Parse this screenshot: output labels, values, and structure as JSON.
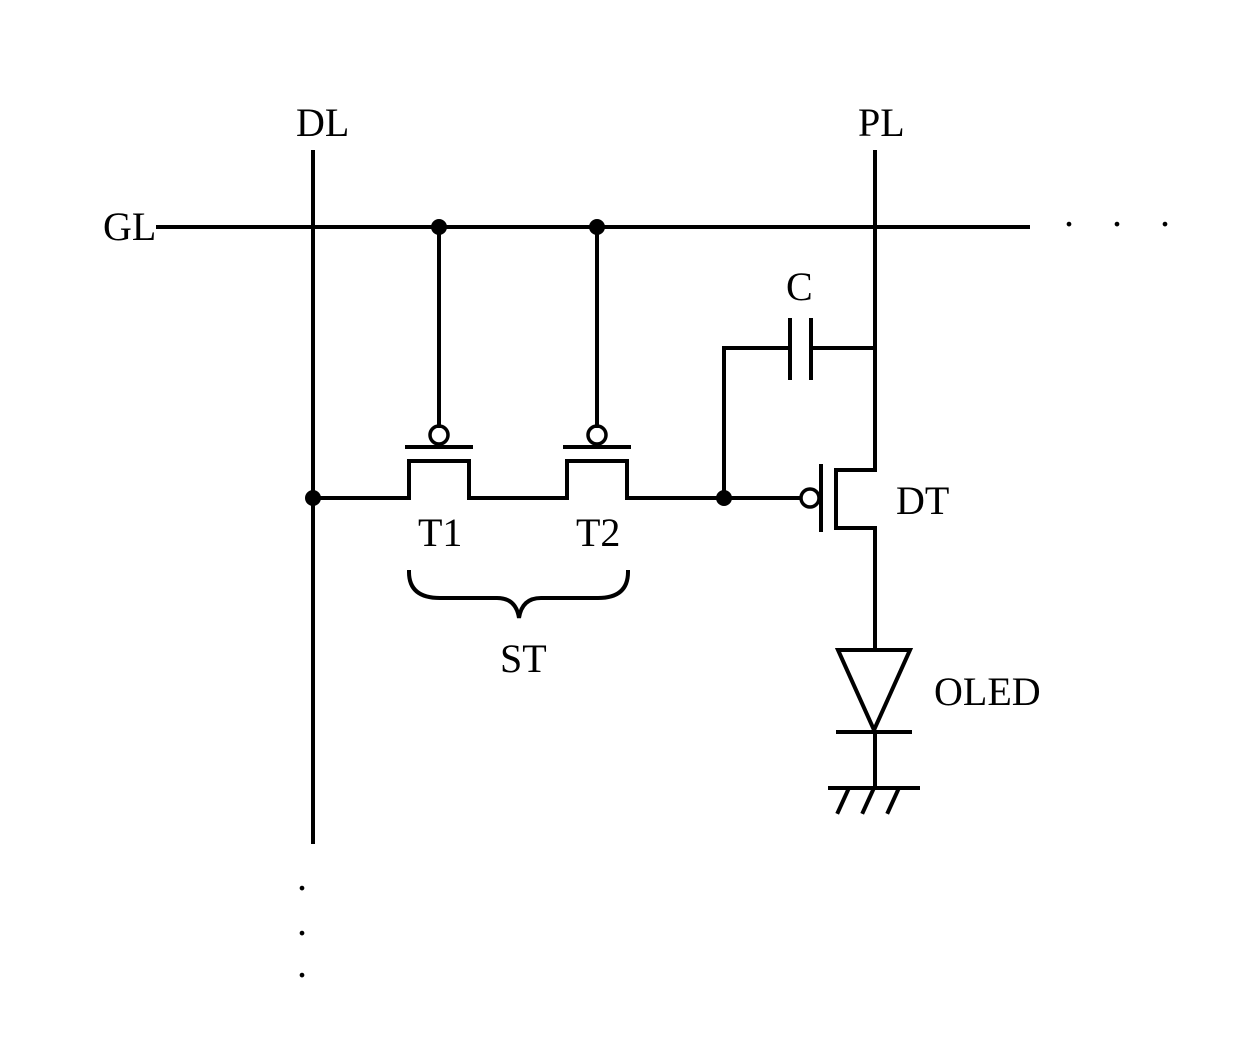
{
  "labels": {
    "data_line": "DL",
    "power_line": "PL",
    "gate_line": "GL",
    "capacitor": "C",
    "transistor_1": "T1",
    "transistor_2": "T2",
    "switch_group": "ST",
    "driving_transistor": "DT",
    "oled": "OLED"
  },
  "continuation": {
    "horizontal": ". . .",
    "vertical": "."
  }
}
